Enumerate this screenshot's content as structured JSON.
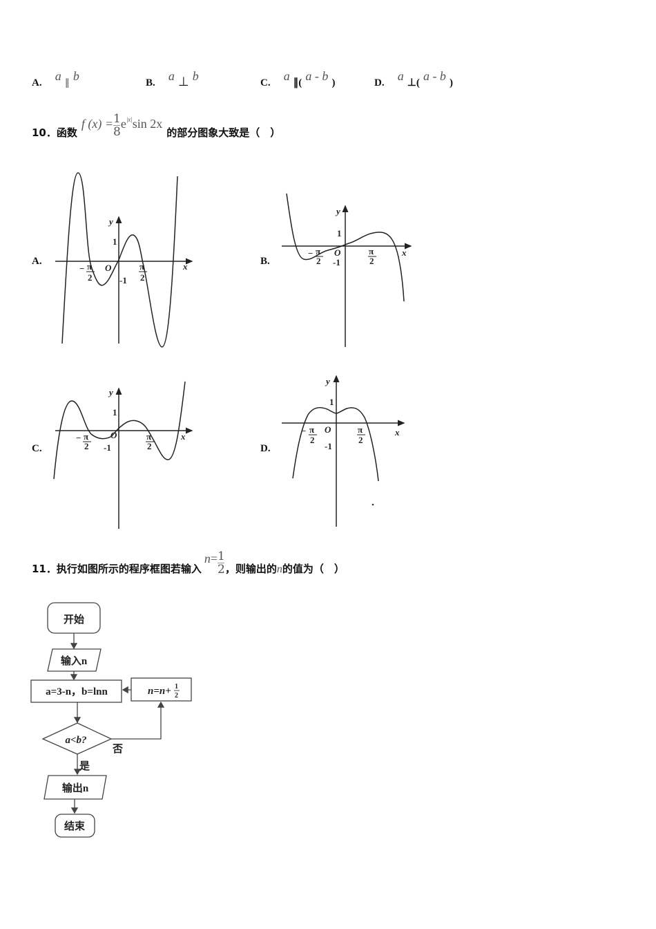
{
  "q9_options": [
    {
      "letter": "A.",
      "a": "a",
      "op": "∥",
      "b": "b"
    },
    {
      "letter": "B.",
      "a": "a",
      "op": "⊥",
      "b": "b"
    },
    {
      "letter": "C.",
      "a": "a",
      "op": "∥(",
      "b": "a - b",
      "close": ")"
    },
    {
      "letter": "D.",
      "a": "a",
      "op": "⊥(",
      "b": "a - b",
      "close": ")"
    }
  ],
  "q10": {
    "number": "10．函数",
    "formula_lhs": "f (x) =",
    "frac_num": "1",
    "frac_den": "8",
    "formula_rest": "e",
    "exp": "|x|",
    "formula_tail": " sin 2x",
    "suffix": "的部分图象大致是（　）",
    "graph_labels": {
      "x": "x",
      "y": "y",
      "O": "O",
      "one": "1",
      "neg_one": "-1",
      "pi": "π",
      "two": "2",
      "minus": "−"
    },
    "options": [
      "A.",
      "B.",
      "C.",
      "D."
    ]
  },
  "q11": {
    "number": "11．执行如图所示的程序框图若输入",
    "n": "n",
    "eq": " =",
    "frac_num": "1",
    "frac_den": "2",
    "suffix1": "，则输出的",
    "n2": "n",
    "suffix2": "的值为（　）"
  },
  "flowchart": {
    "start": "开始",
    "input": "输入n",
    "assign": "a=3-n，b=lnn",
    "update": "n=n+",
    "update_num": "1",
    "update_den": "2",
    "cond": "a<b?",
    "no": "否",
    "yes": "是",
    "output": "输出n",
    "end": "结束"
  }
}
